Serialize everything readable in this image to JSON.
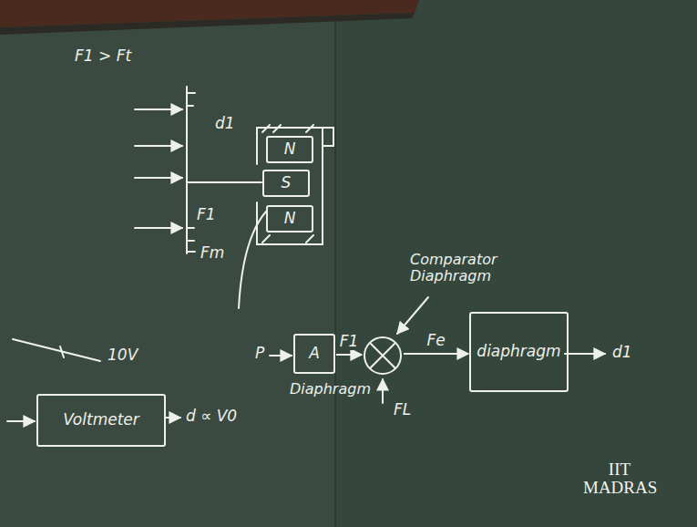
{
  "diagram": {
    "nodes": [
      {
        "text": [
          "N"
        ]
      },
      {
        "text": [
          "S"
        ]
      },
      {
        "text": [
          "N"
        ]
      },
      {
        "text": [
          "Voltmeter"
        ]
      },
      {
        "text": [
          "A",
          "Diaphragm"
        ]
      },
      {
        "text": [
          "Comparator Diaphragm"
        ]
      },
      {
        "text": [
          "diaphragm"
        ]
      }
    ],
    "edges": [
      {
        "from": 4,
        "to": 5,
        "arrow": "to",
        "label": "F1"
      },
      {
        "from": 5,
        "to": 6,
        "arrow": "to",
        "label": "Fe"
      }
    ],
    "labels": [
      "F1 > Ft",
      "d1",
      "F1",
      "Fm",
      "10V",
      "d ∝ V0",
      "P",
      "FL",
      "d1",
      "IIT MADRAS"
    ]
  }
}
